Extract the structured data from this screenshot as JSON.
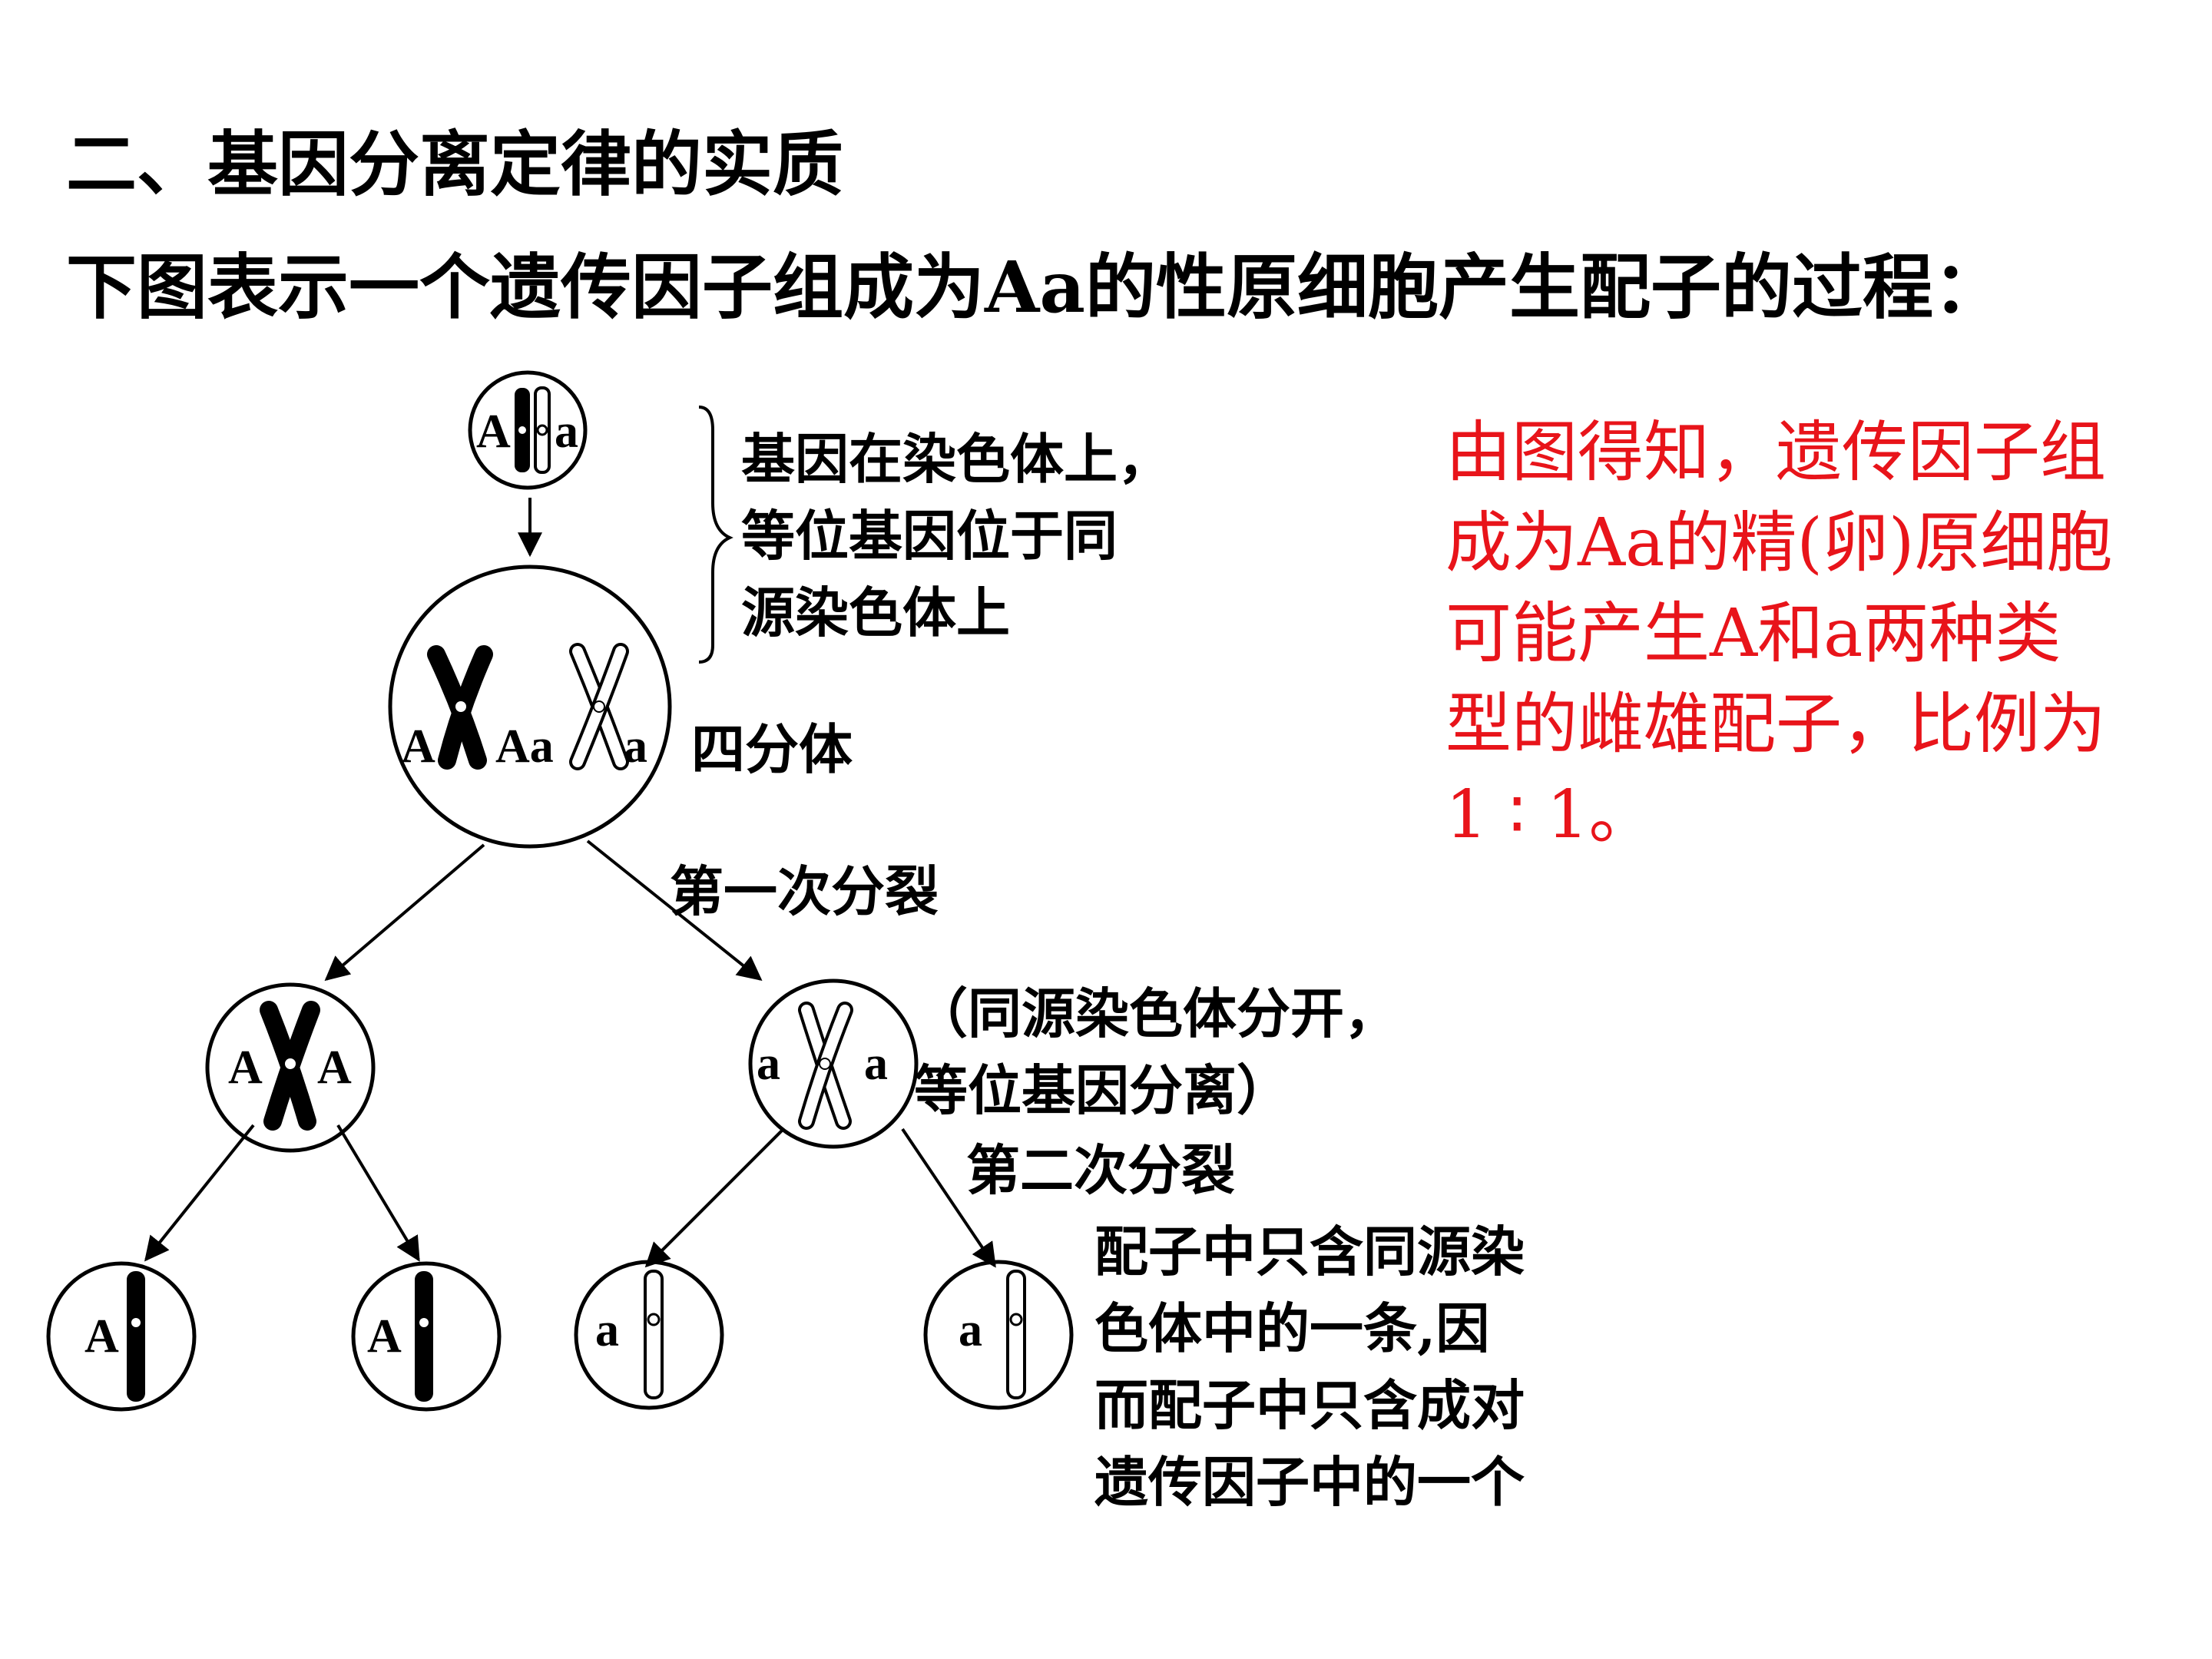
{
  "title": "二、基因分离定律的实质",
  "subtitle": "下图表示一个遗传因子组成为Aa的性原细胞产生配子的过程：",
  "notes": {
    "gene_on_chromosome": [
      "基因在染色体上，",
      "等位基因位于同",
      "源染色体上"
    ],
    "separation": [
      "（同源染色体分开，",
      "等位基因分离）"
    ],
    "gamete": [
      "配子中只含同源染",
      "色体中的一条,因",
      "而配子中只含成对",
      "遗传因子中的一个"
    ]
  },
  "labels": {
    "tetrad": "四分体",
    "first_division": "第一次分裂",
    "second_division": "第二次分裂"
  },
  "alleles": {
    "cell1_left": "A",
    "cell1_right": "a",
    "cell2_a": "A",
    "cell2_b": "Aa",
    "cell2_c": "a",
    "cell3_left": "A",
    "cell3_right": "A",
    "cell4_left": "a",
    "cell4_right": "a",
    "gamete1": "A",
    "gamete2": "A",
    "gamete3": "a",
    "gamete4": "a"
  },
  "conclusion": [
    "由图得知，遗传因子组",
    "成为Aa的精(卵)原细胞",
    "可能产生A和a两种类",
    "型的雌雄配子，比例为",
    "1 ∶ 1。"
  ],
  "colors": {
    "accent_red": "#e8141a",
    "text": "#000000",
    "background": "#ffffff"
  }
}
